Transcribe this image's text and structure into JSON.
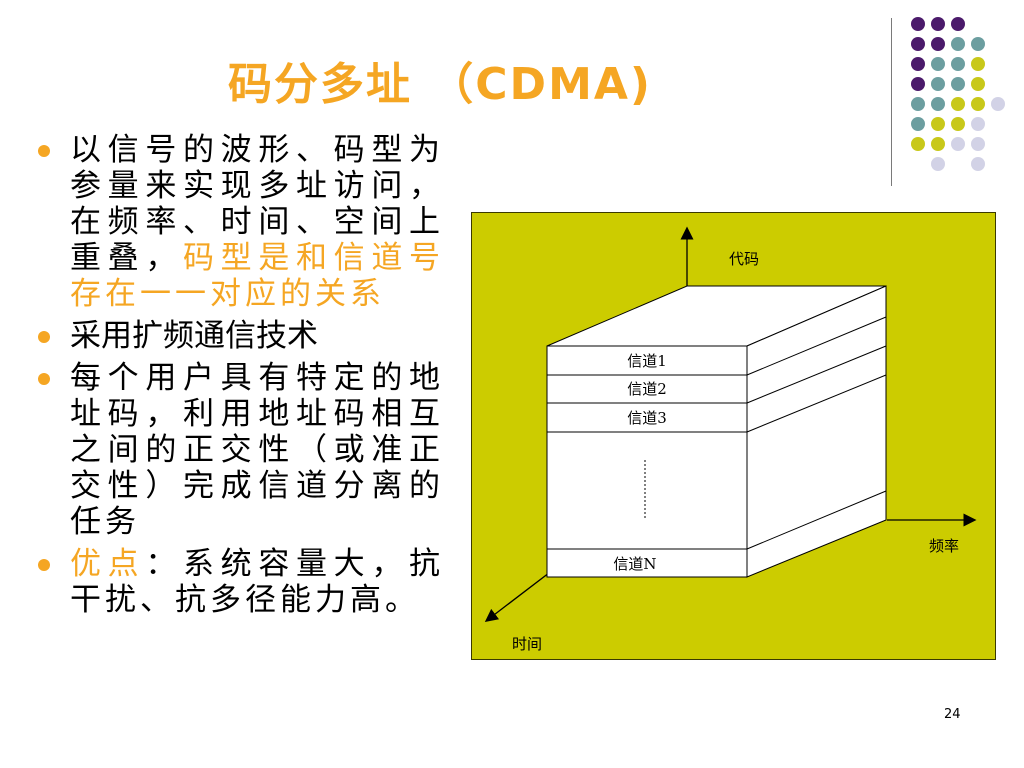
{
  "slide": {
    "title": "码分多址 （CDMA)",
    "page_number": "24"
  },
  "bullets": [
    {
      "text": "以信号的波形、码型为参量来实现多址访问，在频率、时间、空间上重叠，",
      "highlight": "码型是和信道号存在一一对应的关系"
    },
    {
      "text": "采用扩频通信技术"
    },
    {
      "text": "每个用户具有特定的地址码，利用地址码相互之间的正交性（或准正交性）完成信道分离的任务"
    },
    {
      "highlight": "优点",
      "text": "：系统容量大，抗干扰、抗多径能力高。"
    }
  ],
  "diagram": {
    "axis_code": "代码",
    "axis_freq": "频率",
    "axis_time": "时间",
    "channels": [
      "信道1",
      "信道2",
      "信道3",
      "信道N"
    ],
    "ellipsis": "⋮"
  },
  "colors": {
    "title": "#f5a623",
    "highlight": "#f5a623",
    "bullet_dot": "#f5a623",
    "diagram_bg": "#cccc00",
    "dot_purple": "#4b1a6b",
    "dot_teal": "#6c9ea0",
    "dot_yellow": "#c8c81a",
    "dot_lavender": "#d2d2e6"
  }
}
